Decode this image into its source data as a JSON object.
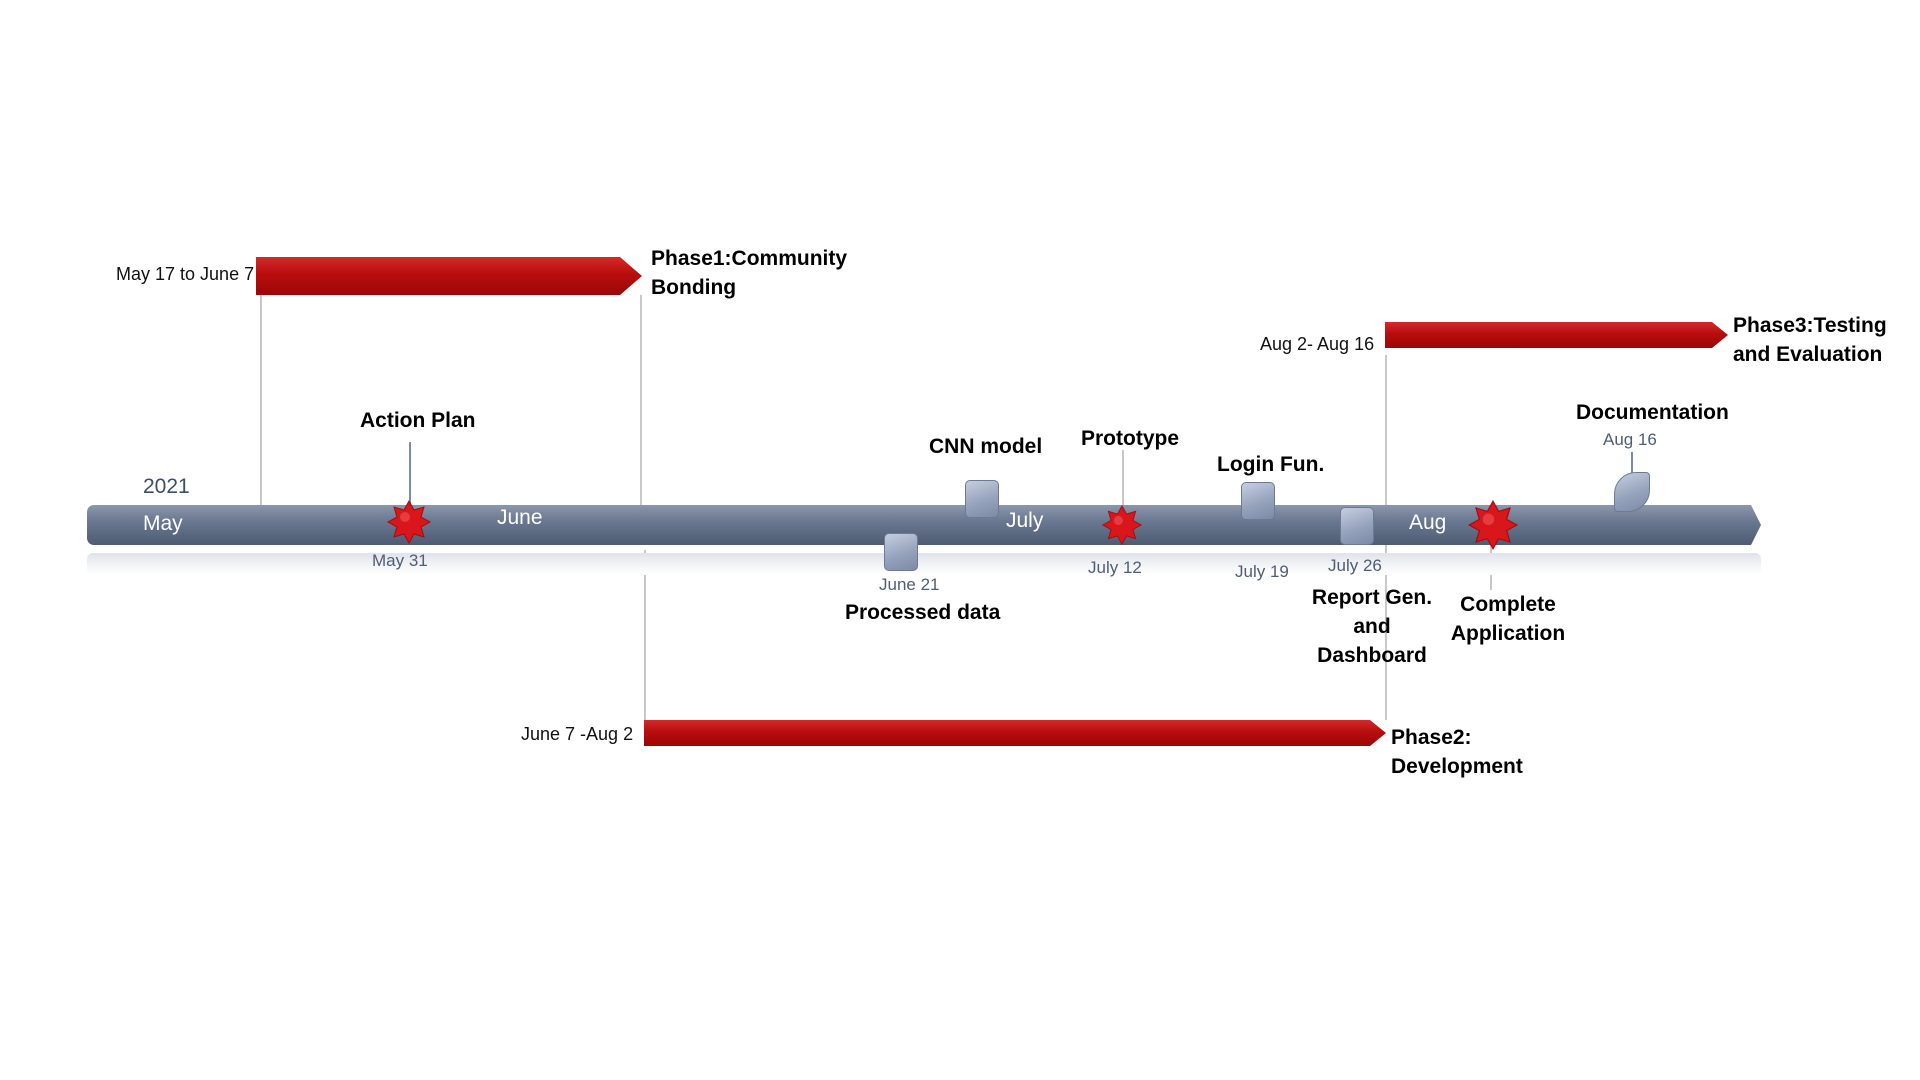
{
  "year": "2021",
  "months": [
    "May",
    "June",
    "July",
    "Aug"
  ],
  "phases": [
    {
      "range": "May 17 to June 7",
      "title_line1": "Phase1:Community",
      "title_line2": "Bonding"
    },
    {
      "range": "June 7 -Aug 2",
      "title_line1": "Phase2:",
      "title_line2": "Development"
    },
    {
      "range": "Aug 2- Aug 16",
      "title_line1": "Phase3:Testing",
      "title_line2": "and Evaluation"
    }
  ],
  "milestones": [
    {
      "title": "Action Plan",
      "date": "May 31",
      "shape": "star"
    },
    {
      "title": "Processed data",
      "date": "June 21",
      "shape": "square"
    },
    {
      "title": "CNN model",
      "date": "",
      "shape": "square"
    },
    {
      "title": "Prototype",
      "date": "July 12",
      "shape": "star"
    },
    {
      "title": "Login Fun.",
      "date": "July 19",
      "shape": "square"
    },
    {
      "title_line1": "Report Gen.",
      "title_line2": "and",
      "title_line3": "Dashboard",
      "date": "July 26",
      "shape": "square"
    },
    {
      "title_line1": "Complete",
      "title_line2": "Application",
      "date": "",
      "shape": "star"
    },
    {
      "title": "Documentation",
      "date": "Aug 16",
      "shape": "leaf"
    }
  ],
  "colors": {
    "phase_bar": "#b90d0d",
    "axis": "#6a7891",
    "milestone_square": "#96a3bd",
    "milestone_star": "#d8161b"
  }
}
